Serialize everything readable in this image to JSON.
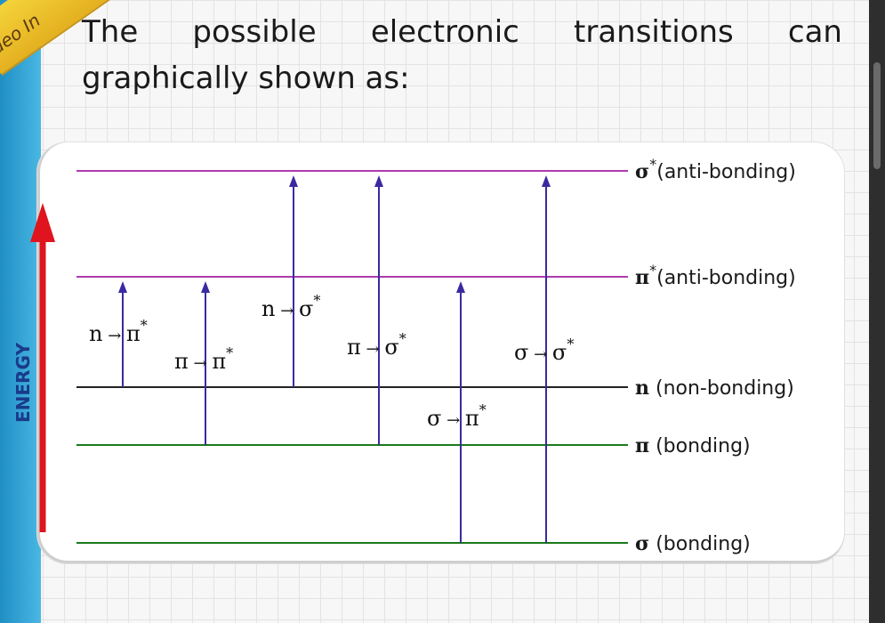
{
  "heading": {
    "line1": [
      "The",
      "possible",
      "electronic",
      "transitions",
      "can"
    ],
    "line2": "graphically shown as:"
  },
  "corner_banner": "deo In",
  "energy_label": "ENERGY",
  "levels": [
    {
      "key": "sigma_star",
      "symbol": "σ",
      "sup": "*",
      "label": "(anti-bonding)",
      "color": "#b03ab0"
    },
    {
      "key": "pi_star",
      "symbol": "π",
      "sup": "*",
      "label": "(anti-bonding)",
      "color": "#b03ab0"
    },
    {
      "key": "n",
      "symbol": "n",
      "sup": "",
      "label": "(non-bonding)",
      "color": "#222222"
    },
    {
      "key": "pi",
      "symbol": "π",
      "sup": "",
      "label": "(bonding)",
      "color": "#1a7a1a"
    },
    {
      "key": "sigma",
      "symbol": "σ",
      "sup": "",
      "label": "(bonding)",
      "color": "#1a7a1a"
    }
  ],
  "transitions": [
    {
      "from": "n",
      "from_sym": "n",
      "to_sym": "π",
      "sup": "*",
      "to": "pi_star"
    },
    {
      "from": "pi",
      "from_sym": "π",
      "to_sym": "π",
      "sup": "*",
      "to": "pi_star"
    },
    {
      "from": "n",
      "from_sym": "n",
      "to_sym": "σ",
      "sup": "*",
      "to": "sigma_star"
    },
    {
      "from": "pi",
      "from_sym": "π",
      "to_sym": "σ",
      "sup": "*",
      "to": "sigma_star"
    },
    {
      "from": "sigma",
      "from_sym": "σ",
      "to_sym": "π",
      "sup": "*",
      "to": "pi_star"
    },
    {
      "from": "sigma",
      "from_sym": "σ",
      "to_sym": "σ",
      "sup": "*",
      "to": "sigma_star"
    }
  ],
  "colors": {
    "arrow": "#3a2aa0",
    "energy_arrow": "#e0141e"
  }
}
